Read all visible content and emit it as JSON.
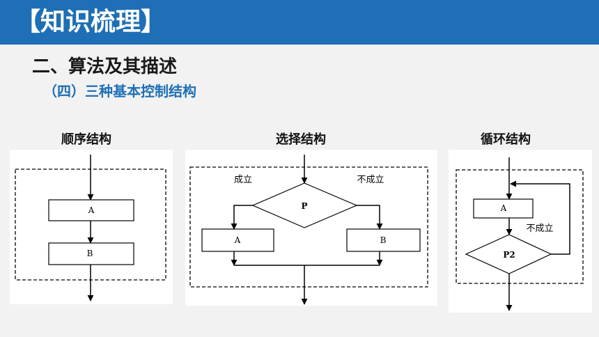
{
  "header": {
    "title": "【知识梳理】"
  },
  "section": {
    "title": "二、算法及其描述",
    "subtitle": "（四）三种基本控制结构"
  },
  "diagrams": {
    "sequence": {
      "title": "顺序结构",
      "box_a": "A",
      "box_b": "B"
    },
    "selection": {
      "title": "选择结构",
      "yes_label": "成立",
      "no_label": "不成立",
      "condition": "P",
      "box_a": "A",
      "box_b": "B"
    },
    "loop": {
      "title": "循环结构",
      "box_a": "A",
      "no_label": "不成立",
      "condition": "P2"
    }
  },
  "colors": {
    "header_bg": "#1e6fb5",
    "subtitle": "#1e6fb5",
    "page_bg": "#f2f2f2"
  }
}
